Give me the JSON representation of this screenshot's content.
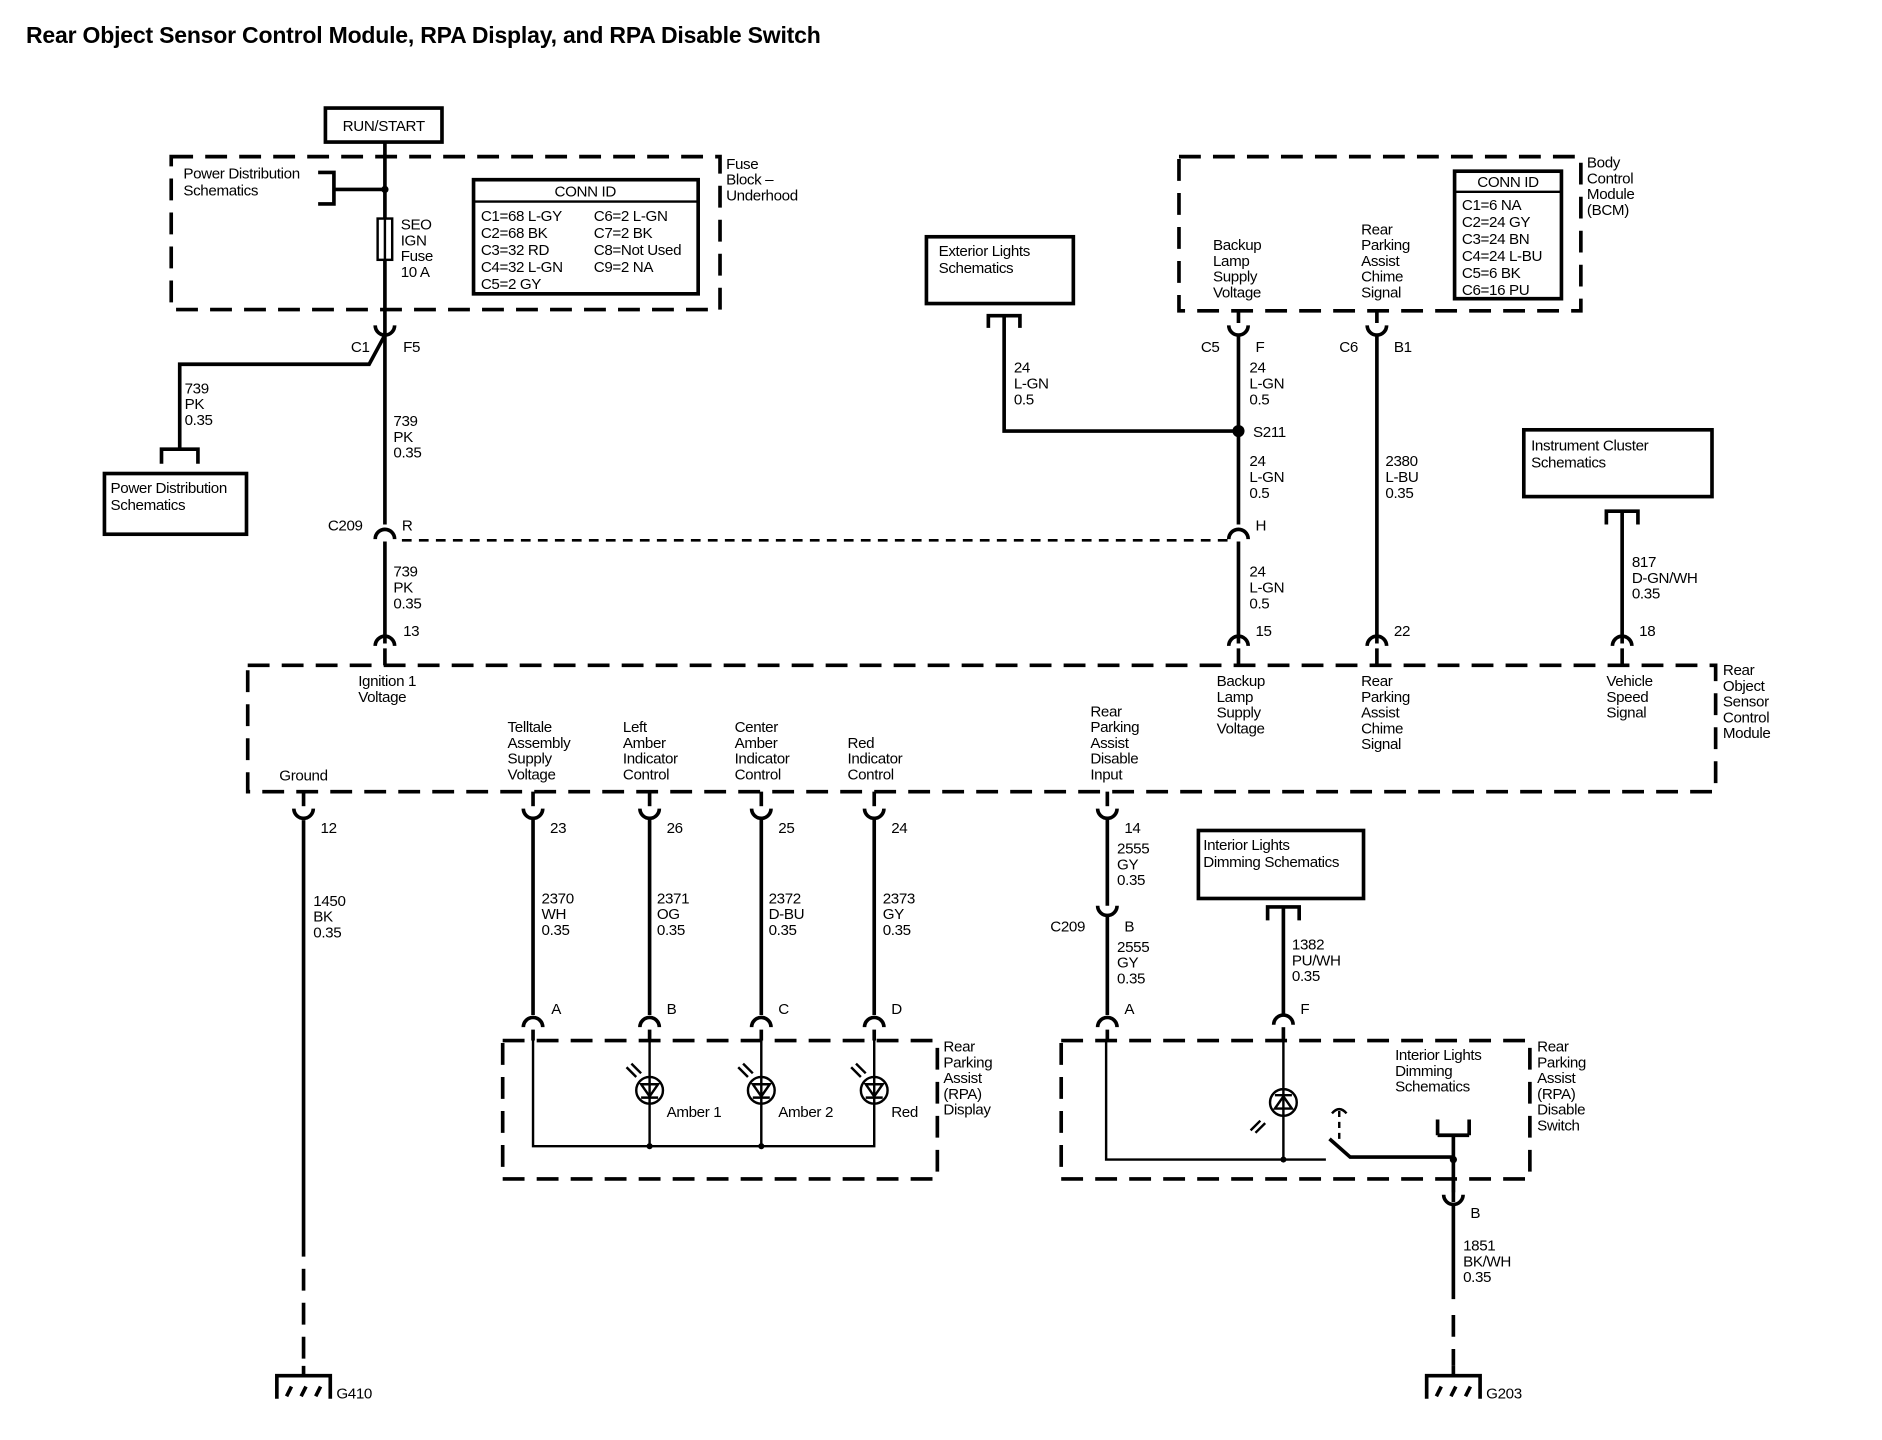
{
  "title": "Rear Object Sensor Control Module, RPA Display, and RPA Disable Switch",
  "run_start": "RUN/START",
  "fuse_block": {
    "label": [
      "Fuse",
      "Block –",
      "Underhood"
    ],
    "pd_ref": [
      "Power Distribution",
      "Schematics"
    ],
    "fuse": [
      "SEO",
      "IGN",
      "Fuse",
      "10 A"
    ],
    "conn_id_title": "CONN ID",
    "conn_left": [
      "C1=68 L-GY",
      "C2=68 BK",
      "C3=32 RD",
      "C4=32 L-GN",
      "C5=2 GY"
    ],
    "conn_right": [
      "C6=2 L-GN",
      "C7=2 BK",
      "C8=Not Used",
      "C9=2 NA"
    ]
  },
  "bcm": {
    "label": [
      "Body",
      "Control",
      "Module",
      "(BCM)"
    ],
    "backup": [
      "Backup",
      "Lamp",
      "Supply",
      "Voltage"
    ],
    "chime": [
      "Rear",
      "Parking",
      "Assist",
      "Chime",
      "Signal"
    ],
    "conn_id_title": "CONN ID",
    "conn": [
      "C1=6 NA",
      "C2=24 GY",
      "C3=24 BN",
      "C4=24 L-BU",
      "C5=6 BK",
      "C6=16 PU"
    ]
  },
  "refs": {
    "power_dist": [
      "Power Distribution",
      "Schematics"
    ],
    "exterior_lights": [
      "Exterior Lights",
      "Schematics"
    ],
    "instrument_cluster": [
      "Instrument Cluster",
      "Schematics"
    ],
    "interior_dimming": [
      "Interior Lights",
      "Dimming Schematics"
    ]
  },
  "connectors": {
    "c1": "C1",
    "f5": "F5",
    "c209a": "C209",
    "r": "R",
    "p13": "13",
    "c5": "C5",
    "f": "F",
    "c6": "C6",
    "b1": "B1",
    "s211": "S211",
    "h": "H",
    "p15": "15",
    "p22": "22",
    "p18": "18",
    "p12": "12",
    "p23": "23",
    "p26": "26",
    "p25": "25",
    "p24": "24",
    "p14": "14",
    "c209b": "C209",
    "b": "B",
    "a": "A",
    "pa": "A",
    "pb": "B",
    "pc": "C",
    "pd": "D",
    "pf": "F",
    "sw_b": "B"
  },
  "wires": {
    "w739_branch": [
      "739",
      "PK",
      "0.35"
    ],
    "w739_main": [
      "739",
      "PK",
      "0.35"
    ],
    "w739_lower": [
      "739",
      "PK",
      "0.35"
    ],
    "w24_ext": [
      "24",
      "L-GN",
      "0.5"
    ],
    "w24_top": [
      "24",
      "L-GN",
      "0.5"
    ],
    "w24_mid": [
      "24",
      "L-GN",
      "0.5"
    ],
    "w24_low": [
      "24",
      "L-GN",
      "0.5"
    ],
    "w2380": [
      "2380",
      "L-BU",
      "0.35"
    ],
    "w817": [
      "817",
      "D-GN/WH",
      "0.35"
    ],
    "w1450": [
      "1450",
      "BK",
      "0.35"
    ],
    "w2370": [
      "2370",
      "WH",
      "0.35"
    ],
    "w2371": [
      "2371",
      "OG",
      "0.35"
    ],
    "w2372": [
      "2372",
      "D-BU",
      "0.35"
    ],
    "w2373": [
      "2373",
      "GY",
      "0.35"
    ],
    "w2555a": [
      "2555",
      "GY",
      "0.35"
    ],
    "w2555b": [
      "2555",
      "GY",
      "0.35"
    ],
    "w1382": [
      "1382",
      "PU/WH",
      "0.35"
    ],
    "w1851": [
      "1851",
      "BK/WH",
      "0.35"
    ]
  },
  "module": {
    "label": [
      "Rear",
      "Object",
      "Sensor",
      "Control",
      "Module"
    ],
    "ignition": [
      "Ignition 1",
      "Voltage"
    ],
    "backup": [
      "Backup",
      "Lamp",
      "Supply",
      "Voltage"
    ],
    "chime": [
      "Rear",
      "Parking",
      "Assist",
      "Chime",
      "Signal"
    ],
    "vss": [
      "Vehicle",
      "Speed",
      "Signal"
    ],
    "ground": [
      "Ground"
    ],
    "telltale": [
      "Telltale",
      "Assembly",
      "Supply",
      "Voltage"
    ],
    "left_amber": [
      "Left",
      "Amber",
      "Indicator",
      "Control"
    ],
    "center_amber": [
      "Center",
      "Amber",
      "Indicator",
      "Control"
    ],
    "red": [
      "Red",
      "Indicator",
      "Control"
    ],
    "disable": [
      "Rear",
      "Parking",
      "Assist",
      "Disable",
      "Input"
    ]
  },
  "display": {
    "label": [
      "Rear",
      "Parking",
      "Assist",
      "(RPA)",
      "Display"
    ],
    "amber1": "Amber 1",
    "amber2": "Amber 2",
    "red": "Red"
  },
  "switch": {
    "label": [
      "Rear",
      "Parking",
      "Assist",
      "(RPA)",
      "Disable",
      "Switch"
    ],
    "dimming": [
      "Interior Lights",
      "Dimming",
      "Schematics"
    ]
  },
  "grounds": {
    "g410": "G410",
    "g203": "G203"
  }
}
